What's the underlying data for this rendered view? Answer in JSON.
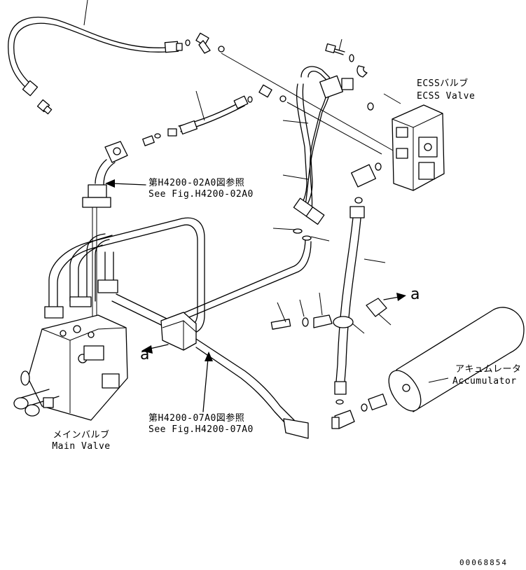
{
  "labels": {
    "ecss_jp": "ECSSバルブ",
    "ecss_en": "ECSS Valve",
    "ref1_jp": "第H4200-02A0図参照",
    "ref1_en": "See Fig.H4200-02A0",
    "ref2_jp": "第H4200-07A0図参照",
    "ref2_en": "See Fig.H4200-07A0",
    "accumulator_jp": "アキュムレータ",
    "accumulator_en": "Accumulator",
    "main_valve_jp": "メインバルブ",
    "main_valve_en": "Main Valve",
    "callout_a1": "a",
    "callout_a2": "a",
    "drawing_number": "00068854"
  }
}
